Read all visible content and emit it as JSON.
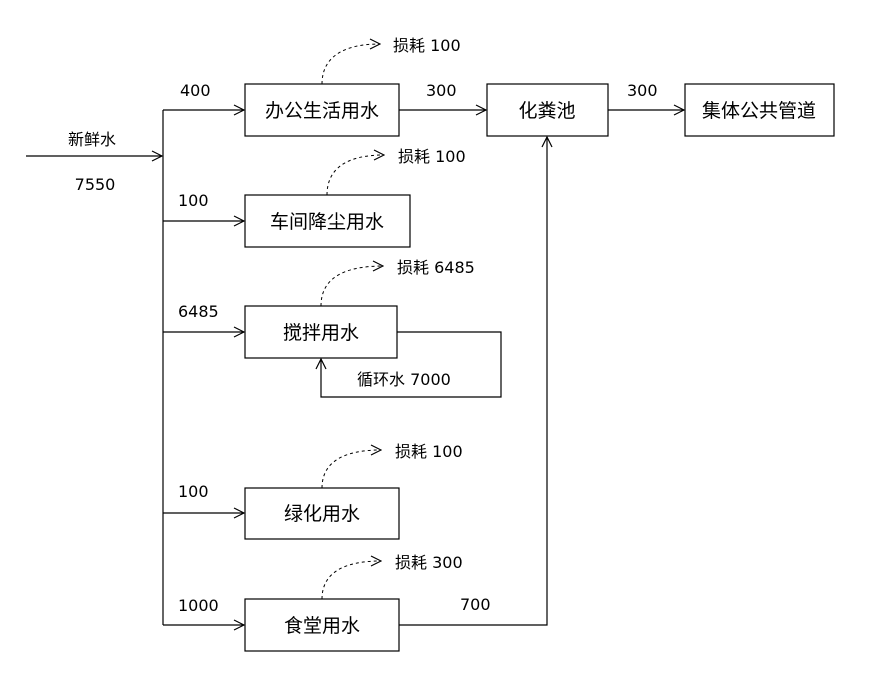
{
  "source": {
    "label": "新鲜水",
    "value": "7550"
  },
  "users": [
    {
      "id": "office",
      "label": "办公生活用水",
      "in": "400",
      "loss": "损耗 100",
      "out": "300"
    },
    {
      "id": "dust",
      "label": "车间降尘用水",
      "in": "100",
      "loss": "损耗 100"
    },
    {
      "id": "mixing",
      "label": "搅拌用水",
      "in": "6485",
      "loss": "损耗 6485",
      "recycle": "循环水 7000"
    },
    {
      "id": "green",
      "label": "绿化用水",
      "in": "100",
      "loss": "损耗 100"
    },
    {
      "id": "canteen",
      "label": "食堂用水",
      "in": "1000",
      "loss": "损耗 300",
      "out": "700"
    }
  ],
  "septic": {
    "label": "化粪池",
    "out": "300"
  },
  "sewer": {
    "label": "集体公共管道"
  }
}
